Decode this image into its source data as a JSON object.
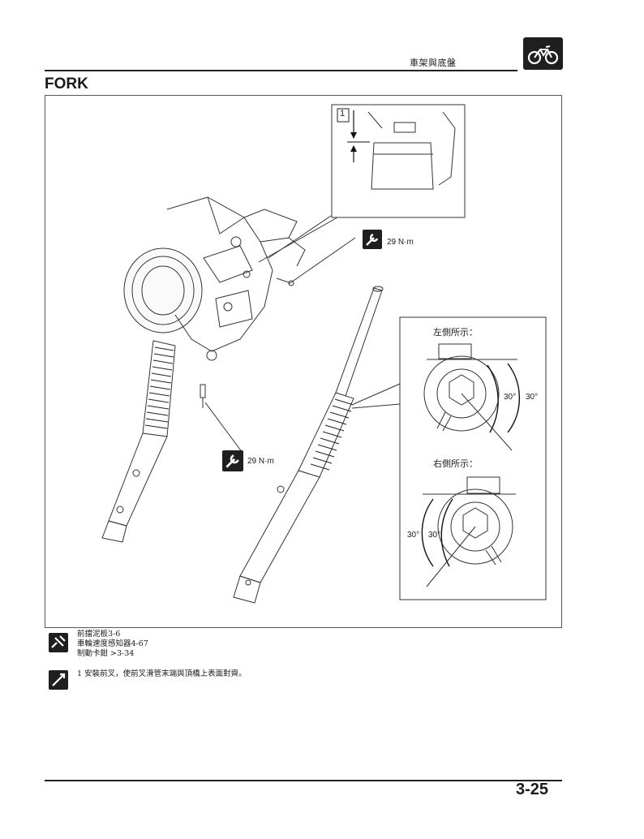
{
  "header": {
    "chapter_title": "車架與底盤"
  },
  "section": {
    "title": "FORK"
  },
  "figure": {
    "callout_number": "1",
    "torque_top": "29 N·m",
    "torque_bottom": "29 N·m",
    "left_side_label": "左側所示：",
    "right_side_label": "右側所示：",
    "left_angle_a": "30°",
    "left_angle_b": "30°",
    "right_angle_a": "30°",
    "right_angle_b": "30°"
  },
  "references": [
    "前擋泥板3-6",
    "車輪速度感知器4-67",
    "制動卡鉗 >3-34"
  ],
  "install_note": "1 安裝前叉，使前叉滑管末端與頂橋上表面對齊。",
  "footer": {
    "page_number": "3-25"
  }
}
